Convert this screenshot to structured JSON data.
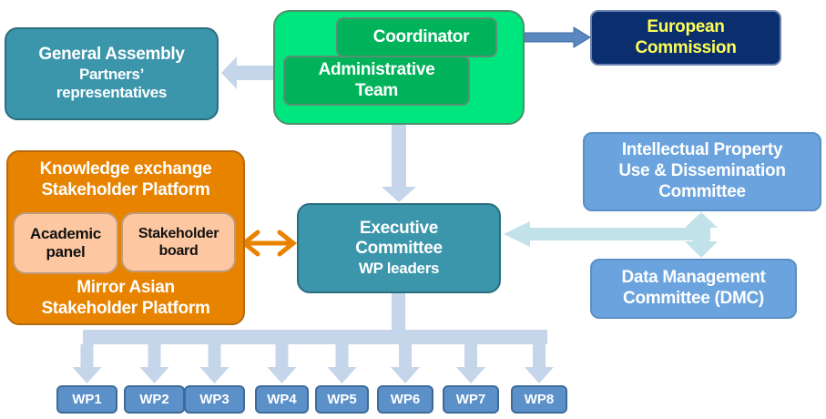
{
  "diagram": {
    "general_assembly": {
      "title": "General Assembly",
      "line2": "Partners’",
      "line3": "representatives"
    },
    "coordinator": {
      "label": "Coordinator"
    },
    "administrative_team": {
      "line1": "Administrative",
      "line2": "Team"
    },
    "european_commission": {
      "line1": "European",
      "line2": "Commission"
    },
    "knowledge_exchange": {
      "line1": "Knowledge exchange",
      "line2": "Stakeholder Platform"
    },
    "mirror_asian": {
      "line1": "Mirror Asian",
      "line2": "Stakeholder Platform"
    },
    "academic_panel": {
      "line1": "Academic",
      "line2": "panel"
    },
    "stakeholder_board": {
      "line1": "Stakeholder",
      "line2": "board"
    },
    "executive_committee": {
      "line1": "Executive",
      "line2": "Committee",
      "line3": "WP leaders"
    },
    "ip_committee": {
      "line1": "Intellectual Property",
      "line2": "Use & Dissemination",
      "line3": "Committee"
    },
    "dmc": {
      "line1": "Data Management",
      "line2": "Committee (DMC)"
    },
    "work_packages": [
      "WP1",
      "WP2",
      "WP3",
      "WP4",
      "WP5",
      "WP6",
      "WP7",
      "WP8"
    ]
  },
  "colors": {
    "teal": "#3b95ab",
    "green_outer": "#00e67e",
    "green_inner": "#00b35a",
    "navy": "#0a2e6e",
    "ec_text": "#ffff55",
    "orange": "#e88300",
    "peach": "#fdc8a1",
    "light_blue": "#6aa3dd",
    "wp_blue": "#5b90c8",
    "arrow_pale": "#c5d6ea",
    "arrow_cyan": "#c2e2ea",
    "arrow_blue": "#5b87c0"
  }
}
